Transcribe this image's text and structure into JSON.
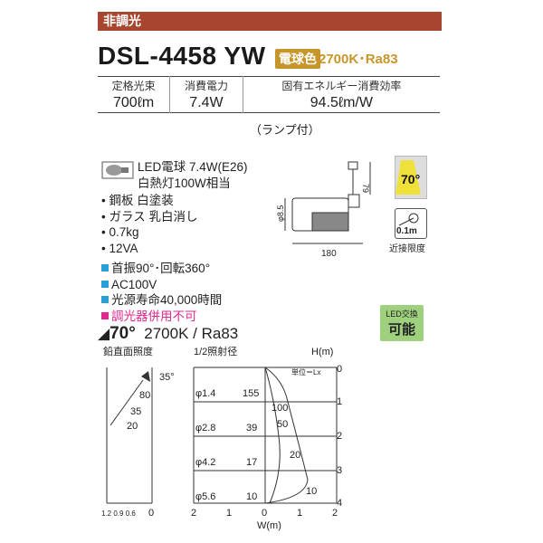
{
  "header": {
    "label": "非調光"
  },
  "product": {
    "model": "DSL-4458 YW",
    "badge": "電球色",
    "color_spec": "2700K･Ra83"
  },
  "specs": {
    "headers": [
      "定格光束",
      "消費電力",
      "固有エネルギー消費効率"
    ],
    "values": [
      "700ℓm",
      "7.4W",
      "94.5ℓm/W"
    ]
  },
  "lamp_note": "（ランプ付）",
  "lamp": {
    "line1": "LED電球 7.4W(E26)",
    "line2": "白熱灯100W相当"
  },
  "bullets": [
    "鋼板 白塗装",
    "ガラス 乳白消し",
    "0.7kg",
    "12VA"
  ],
  "features": [
    "首振90°･回転360°",
    "AC100V",
    "光源寿命40,000時間"
  ],
  "warning": "調光器併用不可",
  "dimensions": {
    "height": "79",
    "diameter": "φ8.5",
    "width": "180"
  },
  "beam_badge": "70°",
  "proximity": {
    "value": "0.1m",
    "label": "近接限度"
  },
  "led_badge": {
    "line1": "LED交換",
    "line2": "可能"
  },
  "beam_line": {
    "angle": "70°",
    "spec": "2700K / Ra83"
  },
  "diagram": {
    "left_title": "鉛直面照度",
    "mid_title": "1/2照射径",
    "h_label": "H(m)",
    "w_label": "W(m)",
    "unit": "単位＝Lx",
    "angle": "35°",
    "vertical_values": [
      "80",
      "35",
      "20"
    ],
    "diameters": [
      "φ1.4",
      "φ2.8",
      "φ4.2",
      "φ5.6"
    ],
    "center_lux": [
      "155",
      "39",
      "17",
      "10"
    ],
    "curve_lux": [
      "100",
      "50",
      "20",
      "10"
    ],
    "h_ticks": [
      "0",
      "1",
      "2",
      "3",
      "4"
    ],
    "w_ticks": [
      "2",
      "1",
      "0",
      "1",
      "2"
    ],
    "left_ticks": "1.2 0.9 0.6",
    "left_zero": "0"
  }
}
